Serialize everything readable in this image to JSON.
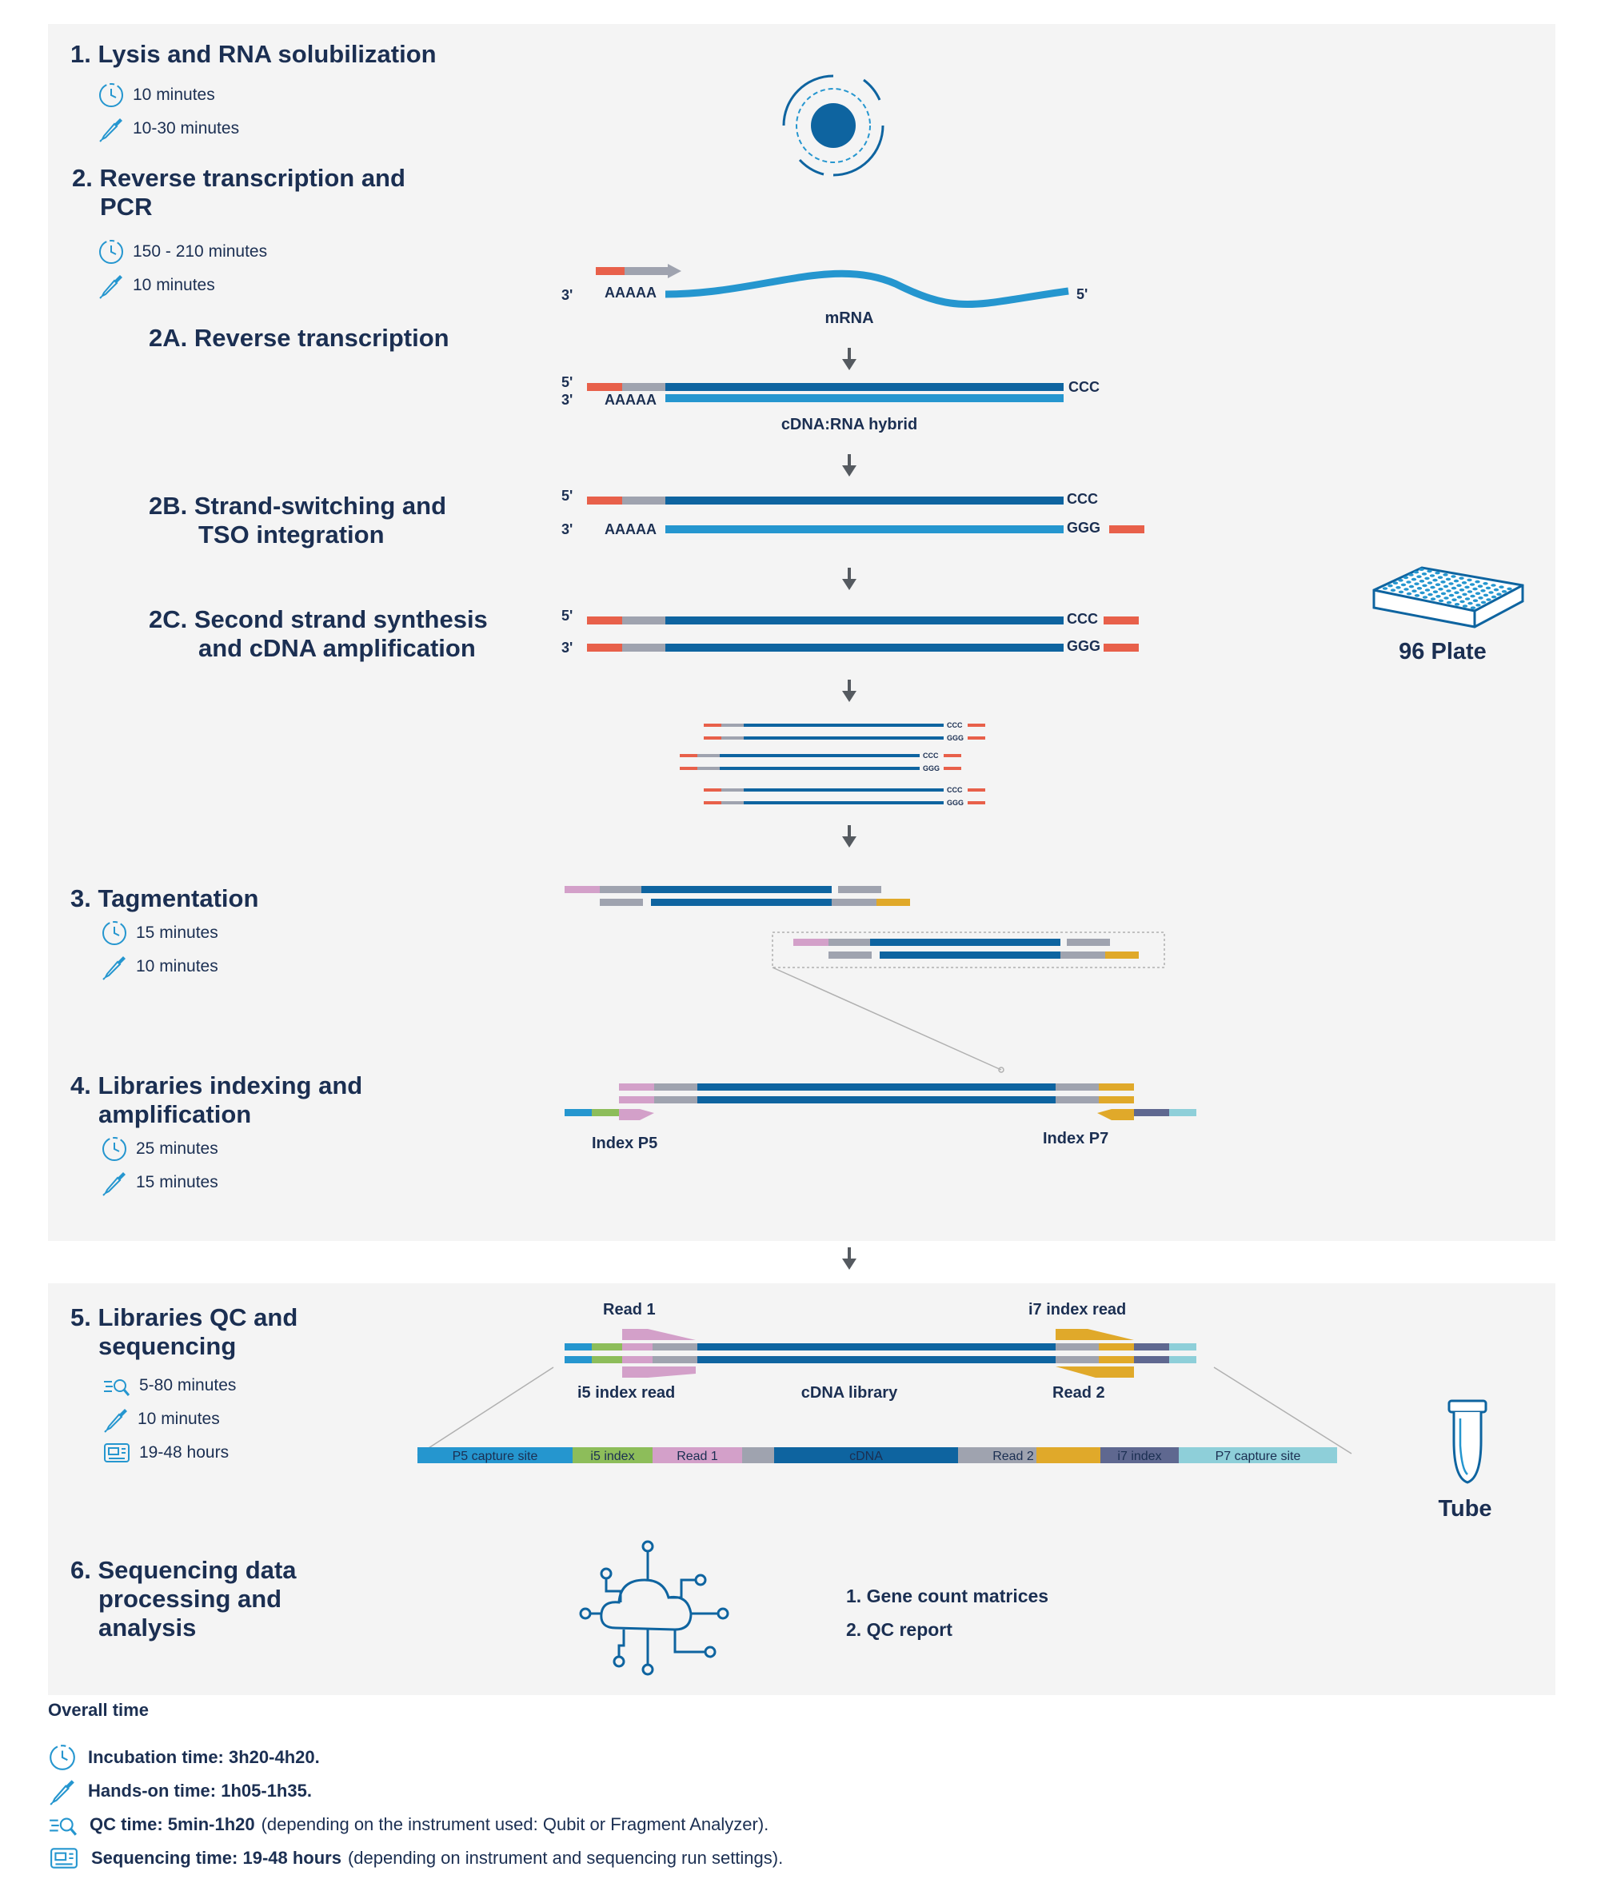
{
  "steps": {
    "s1": {
      "title": "1. Lysis and  RNA solubilization",
      "incubation": "10 minutes",
      "hands_on": "10-30 minutes"
    },
    "s2": {
      "title_line1": "2. Reverse transcription and",
      "title_line2": "PCR",
      "incubation": "150 - 210 minutes",
      "hands_on": "10 minutes"
    },
    "s2a": {
      "title": "2A. Reverse transcription"
    },
    "s2b": {
      "title_line1": "2B. Strand-switching and",
      "title_line2": "TSO integration"
    },
    "s2c": {
      "title_line1": "2C. Second strand synthesis",
      "title_line2": "and cDNA amplification"
    },
    "s3": {
      "title": "3. Tagmentation",
      "incubation": "15 minutes",
      "hands_on": "10 minutes"
    },
    "s4": {
      "title_line1": "4. Libraries indexing and",
      "title_line2": "amplification",
      "incubation": "25 minutes",
      "hands_on": "15 minutes"
    },
    "s5": {
      "title_line1": "5. Libraries QC and",
      "title_line2": "sequencing",
      "qc": "5-80 minutes",
      "hands_on": "10 minutes",
      "sequencing": "19-48 hours"
    },
    "s6": {
      "title_line1": "6. Sequencing data",
      "title_line2": "processing and",
      "title_line3": "analysis"
    }
  },
  "labels": {
    "three_prime": "3'",
    "five_prime": "5'",
    "polyA": "AAAAA",
    "ccc": "CCC",
    "ggg": "GGG",
    "mrna": "mRNA",
    "hybrid": "cDNA:RNA hybrid",
    "index_p5": "Index P5",
    "index_p7": "Index P7",
    "read1": "Read 1",
    "i7_index_read": "i7 index read",
    "i5_index_read": "i5 index read",
    "cdna_library": "cDNA library",
    "read2": "Read 2",
    "plate": "96 Plate",
    "tube": "Tube"
  },
  "library_bar": [
    {
      "label": "P5 capture site",
      "color": "#2596cf"
    },
    {
      "label": "i5 index",
      "color": "#8dbd5a"
    },
    {
      "label": "Read 1",
      "color": "#d3a0c9"
    },
    {
      "label": "",
      "color": "#9fa3af"
    },
    {
      "label": "cDNA",
      "color": "#0e64a0"
    },
    {
      "label": "Read 2",
      "color": "#9fa3af"
    },
    {
      "label": "",
      "color": "#e0a92a"
    },
    {
      "label": "i7 index",
      "color": "#5f6890"
    },
    {
      "label": "P7 capture site",
      "color": "#8ecfd9"
    }
  ],
  "outputs": [
    "1. Gene count matrices",
    "2. QC report"
  ],
  "overall": {
    "heading": "Overall time",
    "incubation_bold": "Incubation time: 3h20-4h20.",
    "hands_on_bold": "Hands-on time: 1h05-1h35.",
    "qc_bold": "QC time: 5min-1h20",
    "qc_note": "(depending on the instrument used: Qubit or Fragment Analyzer).",
    "seq_bold": "Sequencing time: 19-48 hours",
    "seq_note": "(depending on instrument and sequencing run settings)."
  },
  "colors": {
    "navy": "#1b2f52",
    "dark_blue": "#0e64a0",
    "light_blue": "#2596cf",
    "red": "#e8604a",
    "grey": "#9fa3af",
    "pink": "#d3a0c9",
    "gold": "#e0a92a",
    "green": "#8dbd5a",
    "slate": "#5f6890",
    "teal": "#8ecfd9",
    "panel": "#f4f4f4"
  }
}
